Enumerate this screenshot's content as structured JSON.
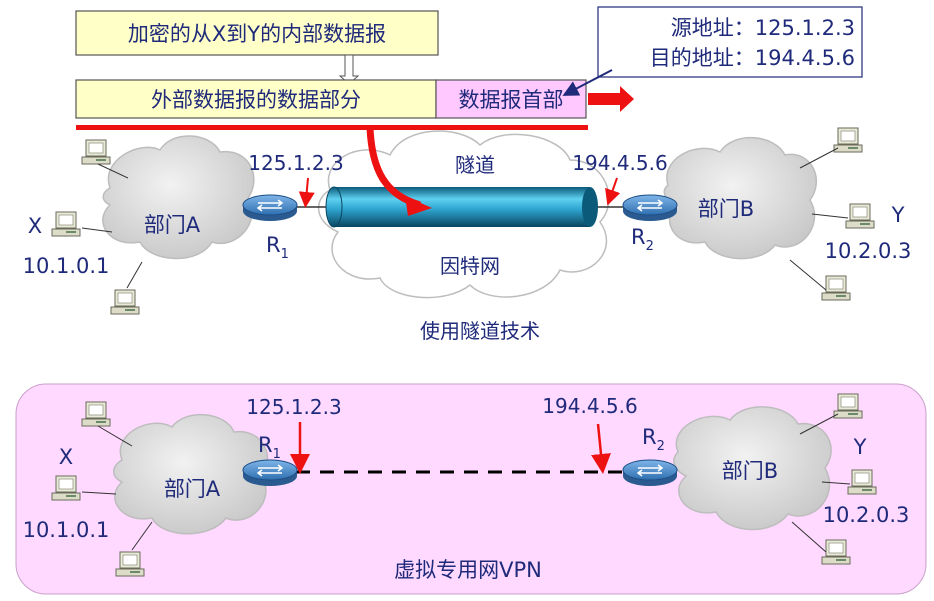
{
  "top": {
    "inner_datagram": "加密的从X到Y的内部数据报",
    "outer_data": "外部数据报的数据部分",
    "outer_header": "数据报首部",
    "source_addr": "源地址：125.1.2.3",
    "dest_addr": "目的地址：194.4.5.6",
    "tunnel_label": "隧道",
    "internet_label": "因特网",
    "caption": "使用隧道技术",
    "dept_a": "部门A",
    "dept_b": "部门B",
    "router1_letter": "R",
    "router1_sub": "1",
    "router2_letter": "R",
    "router2_sub": "2",
    "r1_ip": "125.1.2.3",
    "r2_ip": "194.4.5.6",
    "host_x": "X",
    "host_x_ip": "10.1.0.1",
    "host_y": "Y",
    "host_y_ip": "10.2.0.3"
  },
  "bottom": {
    "dept_a": "部门A",
    "dept_b": "部门B",
    "router1_letter": "R",
    "router1_sub": "1",
    "router2_letter": "R",
    "router2_sub": "2",
    "r1_ip": "125.1.2.3",
    "r2_ip": "194.4.5.6",
    "host_x": "X",
    "host_x_ip": "10.1.0.1",
    "host_y": "Y",
    "host_y_ip": "10.2.0.3",
    "caption": "虚拟专用网VPN"
  },
  "colors": {
    "label_blue": "#1f2a7a",
    "yellow_box": "#ffffc8",
    "pink_box": "#ffc8ff",
    "vpn_bg": "#ffd9ff",
    "arrow_red": "#ee1111",
    "tunnel_blue": "#38b6e0",
    "cloud_gray": "#d4d4d4",
    "router_blue": "#4a8cc8"
  }
}
